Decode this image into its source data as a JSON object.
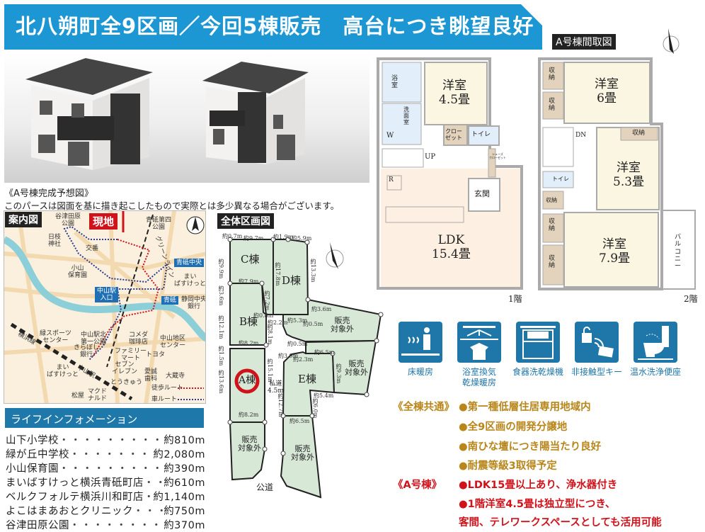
{
  "banner": {
    "title": "北八朔町全9区画／今回5棟販売　高台につき眺望良好"
  },
  "render": {
    "caption": "《A号棟完成予想図》",
    "note": "このパースは図面を基に描き起こしたもので実際とは多少異なる場合がございます。"
  },
  "map": {
    "label": "案内図",
    "site": "現地",
    "labels": [
      "谷津田原\n公園",
      "青砥第四\n公園",
      "日枝\n神社",
      "交番",
      "小山\n保育園",
      "まい\nばすけっと",
      "静岡中央\n銀行",
      "緑スポーツ\nセンター",
      "中山駅北\n第一公園",
      "コメダ\n珈琲店",
      "中山地区\nセンター",
      "きらぼし\n銀行",
      "ファミリー\nマート",
      "トヨタ",
      "まい\nばすけっと",
      "セブン\nイレブン",
      "愛誠\n歯科",
      "大蔵寺",
      "とうきゅう",
      "松屋",
      "マクド\nナルド",
      "横浜線",
      "中山駅",
      "グリーンライン"
    ],
    "stations": [
      "青砥中央",
      "中山駅\n入口",
      "青砥"
    ],
    "legend": {
      "walk": "徒歩ルート",
      "car": "車ルート"
    },
    "colors": {
      "walk": "#d0121b",
      "car": "#2a3a8c",
      "river": "#8ccfd8"
    }
  },
  "life": {
    "title": "ライフインフォメーション",
    "items": [
      {
        "name": "山下小学校",
        "dist": "約810m"
      },
      {
        "name": "緑が丘中学校",
        "dist": "約2,080m"
      },
      {
        "name": "小山保育園",
        "dist": "約390m"
      },
      {
        "name": "まいばすけっと横浜青砥町店",
        "dist": "約610m"
      },
      {
        "name": "ベルクフォルテ横浜川和町店",
        "dist": "約1,140m"
      },
      {
        "name": "よこはまあおとクリニック",
        "dist": "約750m"
      },
      {
        "name": "谷津田原公園",
        "dist": "約370m"
      }
    ]
  },
  "site": {
    "label": "全体区画図",
    "lots": [
      "C棟",
      "D棟",
      "B棟",
      "A棟",
      "E棟",
      "販売\n対象外",
      "販売\n対象外",
      "販売\n対象外",
      "販売\n対象外"
    ],
    "road_private": "私道\n4.5m",
    "road_public": "公道",
    "dims": [
      "約0.7m",
      "約9.7m",
      "約1.9m",
      "約5.9m",
      "約9.9m",
      "約17.8m",
      "約13.3m",
      "約7.9m",
      "約3.6m",
      "約7.2m",
      "約3.6m",
      "約12.1m",
      "約0.8m",
      "約2.2m",
      "約5.3m",
      "約0.5m",
      "約8.1m",
      "約8.2m",
      "約0.5m",
      "約1.5m",
      "約13.6m",
      "約15.1m",
      "約3.9m",
      "約2.3m",
      "約6.5m",
      "約9.3m",
      "約5.4m",
      "約6.0m",
      "約12.7m",
      "約8.2m",
      "約6.5m"
    ]
  },
  "plan": {
    "label": "A号棟間取図",
    "f1": {
      "floor": "1階",
      "rooms": {
        "bath": "浴\n室",
        "western": "洋室\n4.5畳",
        "wash": "洗\n面\n室",
        "w": "W",
        "closet": "クロー\nゼット",
        "toilet": "トイレ",
        "up": "UP",
        "shoe": "シューズ\nクローゼット",
        "r": "R",
        "entry": "玄関",
        "ldk": "LDK\n15.4畳"
      }
    },
    "f2": {
      "floor": "2階",
      "rooms": {
        "storage": "収\n納",
        "storage_h": "収納",
        "western6": "洋室\n6畳",
        "dn": "DN",
        "western53": "洋室\n5.3畳",
        "toilet": "トイレ",
        "western79": "洋室\n7.9畳",
        "balcony": "バ\nル\nコ\nニ\nー"
      }
    }
  },
  "equipment": [
    {
      "label": "床暖房",
      "icon": "floor-heating-icon"
    },
    {
      "label": "浴室換気\n乾燥暖房",
      "icon": "bathroom-dryer-icon"
    },
    {
      "label": "食器洗乾燥機",
      "icon": "dishwasher-icon"
    },
    {
      "label": "非接触型キー",
      "icon": "contactless-key-icon"
    },
    {
      "label": "温水洗浄便座",
      "icon": "bidet-toilet-icon"
    }
  ],
  "features": {
    "common_label": "《全棟共通》",
    "common": [
      "●第一種低層住居専用地域内",
      "●全9区画の開発分譲地",
      "●南ひな壇につき陽当たり良好",
      "●耐震等級3取得予定"
    ],
    "a_label": "《A号棟》",
    "a": [
      "●LDK15畳以上あり、浄水器付き",
      "●1階洋室4.5畳は独立型につき、",
      "客間、テレワークスペースとしても活用可能"
    ]
  },
  "colors": {
    "banner": "#1c97d4",
    "icon": "#1f76a8",
    "gold": "#b8861a",
    "red": "#d0121b",
    "lot": "#d7e8d6"
  }
}
